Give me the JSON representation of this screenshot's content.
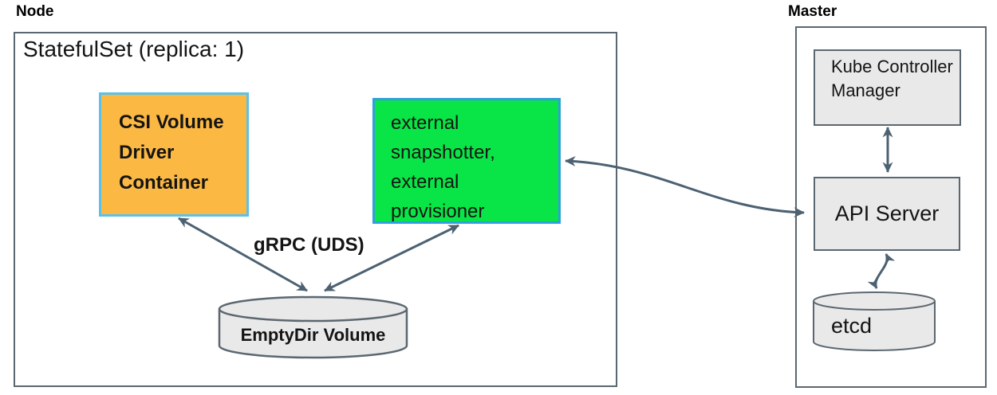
{
  "node_section": {
    "label": "Node",
    "statefulset_title": "StatefulSet (replica: 1)",
    "csi_driver_label": "CSI Volume Driver Container",
    "sidecar_label": "external snapshotter, external provisioner",
    "grpc_label": "gRPC (UDS)",
    "emptydir_label": "EmptyDir Volume"
  },
  "master_section": {
    "label": "Master",
    "kube_controller_manager_label": "Kube Controller Manager",
    "api_server_label": "API Server",
    "etcd_label": "etcd"
  },
  "colors": {
    "outline": "#5b6770",
    "arrow": "#4c6172",
    "component_fill": "#e9e9e9",
    "csi_box_fill": "#fbb843",
    "csi_box_border": "#5ac2ea",
    "sidecar_box_fill": "#09e546",
    "sidecar_box_border": "#2f9fdd"
  }
}
